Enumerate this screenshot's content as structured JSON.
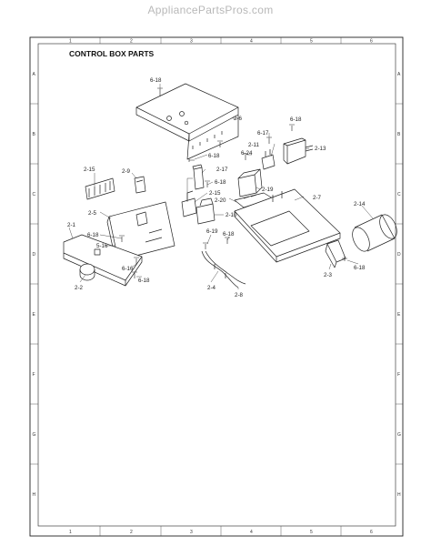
{
  "watermark": "AppliancePartsPros.com",
  "title": "CONTROL BOX PARTS",
  "grid": {
    "columns": [
      "1",
      "2",
      "3",
      "4",
      "5",
      "6"
    ],
    "rows": [
      "A",
      "B",
      "C",
      "D",
      "E",
      "F",
      "G",
      "H"
    ]
  },
  "callouts": [
    "6-18",
    "2-6",
    "6-18",
    "6-17",
    "2-11",
    "2-13",
    "6-24",
    "6-18",
    "2-17",
    "2-15",
    "2-9",
    "6-18",
    "2-19",
    "2-20",
    "2-7",
    "2-15",
    "2-10",
    "2-14",
    "2-5",
    "2-1",
    "6-18",
    "5-16",
    "6-16",
    "6-19",
    "6-18",
    "2-2",
    "6-18",
    "2-4",
    "2-8",
    "2-3",
    "6-18"
  ]
}
